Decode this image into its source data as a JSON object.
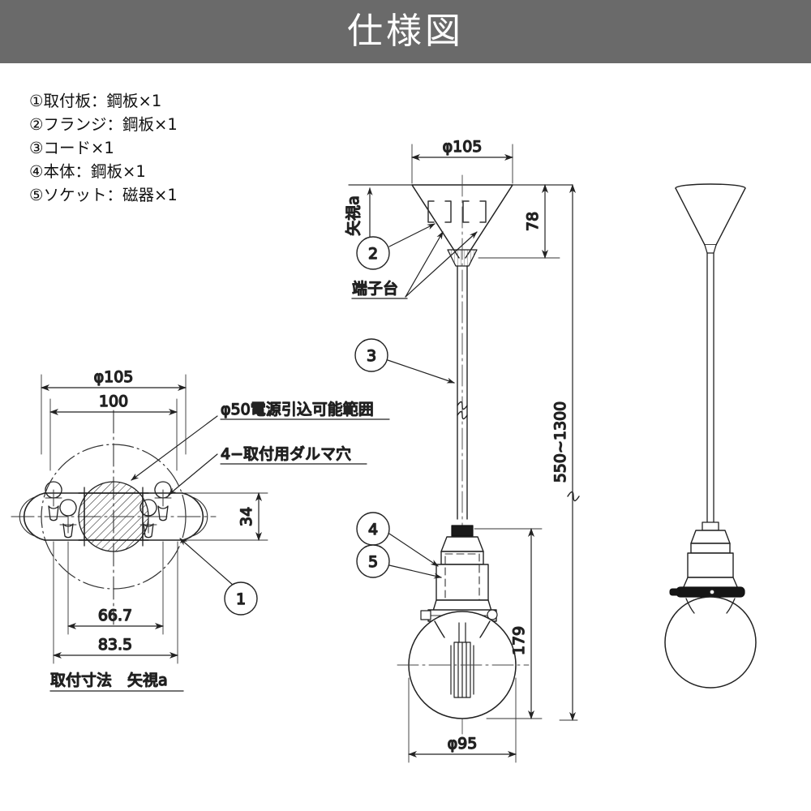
{
  "header": {
    "title": "仕様図",
    "bg_color": "#6a6a6a",
    "text_color": "#ffffff"
  },
  "parts_list": [
    "①取付板：鋼板×1",
    "②フランジ：鋼板×1",
    "③コード×1",
    "④本体：鋼板×1",
    "⑤ソケット：磁器×1"
  ],
  "views": {
    "plan": {
      "caption": "取付寸法　矢視a",
      "dimensions": {
        "outer_diameter": "φ105",
        "plate_width": "100",
        "plate_height": "34",
        "hole_pitch_inner": "66.7",
        "hole_pitch_outer": "83.5"
      },
      "annotations": [
        "φ50電源引込可能範囲",
        "4−取付用ダルマ穴"
      ],
      "balloons": [
        "1"
      ]
    },
    "section": {
      "dimensions": {
        "flange_diameter": "φ105",
        "flange_height": "78",
        "overall_length": "550~1300",
        "body_height": "179",
        "bulb_diameter": "φ95"
      },
      "annotations": [
        "矢視a",
        "端子台"
      ],
      "balloons": [
        "2",
        "3",
        "4",
        "5"
      ]
    },
    "elevation": {
      "label": ""
    }
  },
  "colors": {
    "line": "#222222",
    "thin_line": "#444444",
    "background": "#ffffff"
  }
}
